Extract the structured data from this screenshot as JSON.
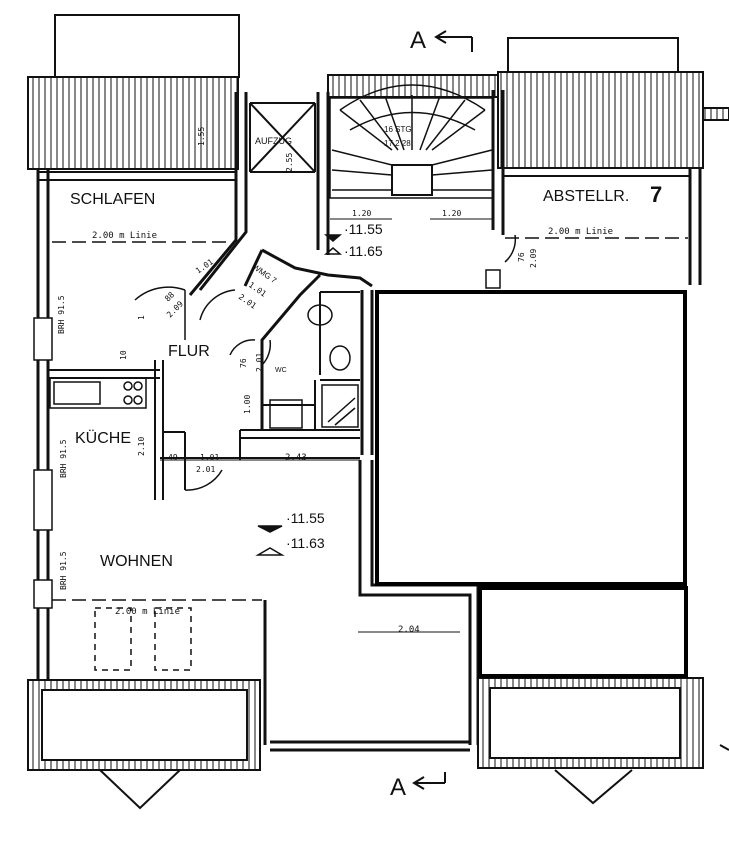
{
  "section_marker": {
    "letter": "A"
  },
  "rooms": {
    "schlafen": "SCHLAFEN",
    "abstellr": "ABSTELLR.",
    "abstellr_number": "7",
    "flur": "FLUR",
    "kueche": "KÜCHE",
    "wohnen": "WOHNEN",
    "aufzug": "AUFZUG",
    "wc": "WC",
    "wmg": "WMG 7"
  },
  "stairs": {
    "label": "16 STG",
    "steps": "17 2 28"
  },
  "levels": {
    "upper_a": "·11.55",
    "upper_b": "·11.65",
    "lower_a": "·11.55",
    "lower_b": "·11.63"
  },
  "line_2m": {
    "schlafen": "2.00 m Linie",
    "abstellr": "2.00 m Linie",
    "wohnen": "2.00 m Linie"
  },
  "dimensions": {
    "d155": "1.55",
    "d255": "2.55",
    "d120a": "1.20",
    "d120b": "1.20",
    "d76": "76",
    "d209a": "2.09",
    "d101a": "1.01",
    "d101b": "1.01",
    "d201": "2.01",
    "d88": "88",
    "d209b": "2.09",
    "d1": "1",
    "d10": "10",
    "d76b": "76",
    "d201b": "2.01",
    "d100": "1.00",
    "d210": "2.10",
    "d49": "49",
    "d101c": "1.01",
    "d243": "2.43",
    "d201c": "2.01",
    "d204": "2.04",
    "brh1": "BRH 91.5",
    "brh2": "BRH 91.5",
    "brh3": "BRH 91.5"
  }
}
